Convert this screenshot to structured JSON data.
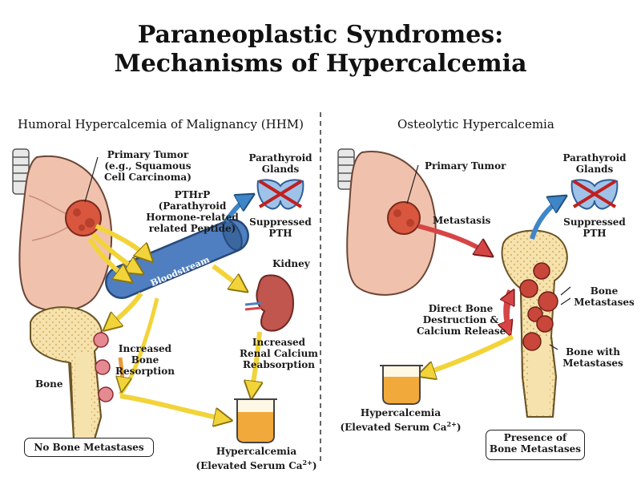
{
  "title": {
    "line1": "Paraneoplastic Syndromes:",
    "line2": "Mechanisms of Hypercalcemia"
  },
  "left_panel": {
    "heading": "Humoral Hypercalcemia of Malignancy (HHM)",
    "primary_tumor": [
      "Primary Tumor",
      "(e.g., Squamous",
      "Cell Carcinoma)"
    ],
    "pthrp": [
      "PTHrP",
      "(Parathyroid",
      "Hormone-related",
      "related Peptide)"
    ],
    "parathyroid": [
      "Parathyroid",
      "Glands"
    ],
    "suppressed": [
      "Suppressed",
      "PTH"
    ],
    "bloodstream": "Bloodstream",
    "kidney": "Kidney",
    "renal": [
      "Increased",
      "Renal Calcium",
      "Reabsorption"
    ],
    "resorption": [
      "Increased",
      "Bone",
      "Resorption"
    ],
    "bone": "Bone",
    "hypercalcemia": [
      "Hypercalcemia",
      "(Elevated Serum Ca"
    ],
    "ca_charge": "2+",
    "close_paren": ")",
    "footer_box": "No Bone Metastases"
  },
  "right_panel": {
    "heading": "Osteolytic Hypercalcemia",
    "primary_tumor": "Primary Tumor",
    "parathyroid": [
      "Parathyroid",
      "Glands"
    ],
    "suppressed": [
      "Suppressed",
      "PTH"
    ],
    "metastasis": "Metastasis",
    "bone_metastases": [
      "Bone",
      "Metastases"
    ],
    "direct": [
      "Direct Bone",
      "Destruction &",
      "Calcium Release"
    ],
    "bone_with": [
      "Bone with",
      "Metastases"
    ],
    "hypercalcemia": [
      "Hypercalcemia",
      "(Elevated Serum Ca"
    ],
    "ca_charge": "2+",
    "close_paren": ")",
    "footer_box": [
      "Presence of",
      "Bone Metastases"
    ]
  },
  "colors": {
    "lung": "#f0c2ad",
    "lung_outline": "#6b4636",
    "tumor": "#d9573f",
    "vessel": "#4f7fc0",
    "bone": "#f6e2ad",
    "arrow_yellow": "#f2d43a",
    "arrow_red": "#d64545",
    "arrow_blue": "#3f86c8",
    "beaker_liquid": "#f0a93a",
    "kidney": "#c0564d"
  }
}
